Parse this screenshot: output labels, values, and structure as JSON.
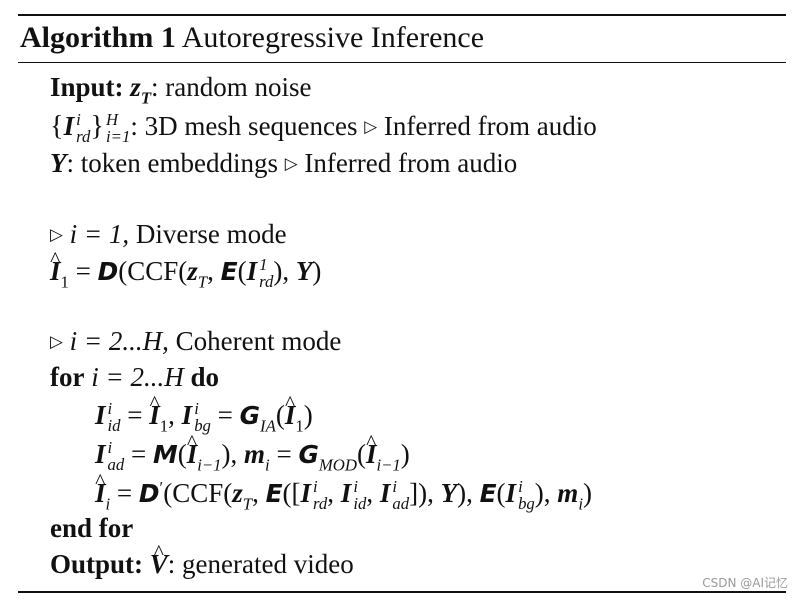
{
  "title": {
    "label": "Algorithm 1",
    "name": "Autoregressive Inference"
  },
  "input": {
    "keyword": "Input:",
    "z_desc": ": random noise",
    "mesh_desc": ": 3D mesh sequences",
    "mesh_comment": "Inferred from audio",
    "token_desc": ": token embeddings",
    "token_comment": "Inferred from audio"
  },
  "diverse": {
    "comment_prefix": "i = 1,",
    "comment_text": "Diverse mode"
  },
  "coherent": {
    "comment_prefix": "i = 2...H,",
    "comment_text": "Coherent mode"
  },
  "loop": {
    "for_keyword": "for",
    "range": "i = 2...H",
    "do_keyword": "do",
    "end_keyword": "end for"
  },
  "output": {
    "keyword": "Output:",
    "desc": ": generated video"
  },
  "watermark": "CSDN @AI记忆"
}
